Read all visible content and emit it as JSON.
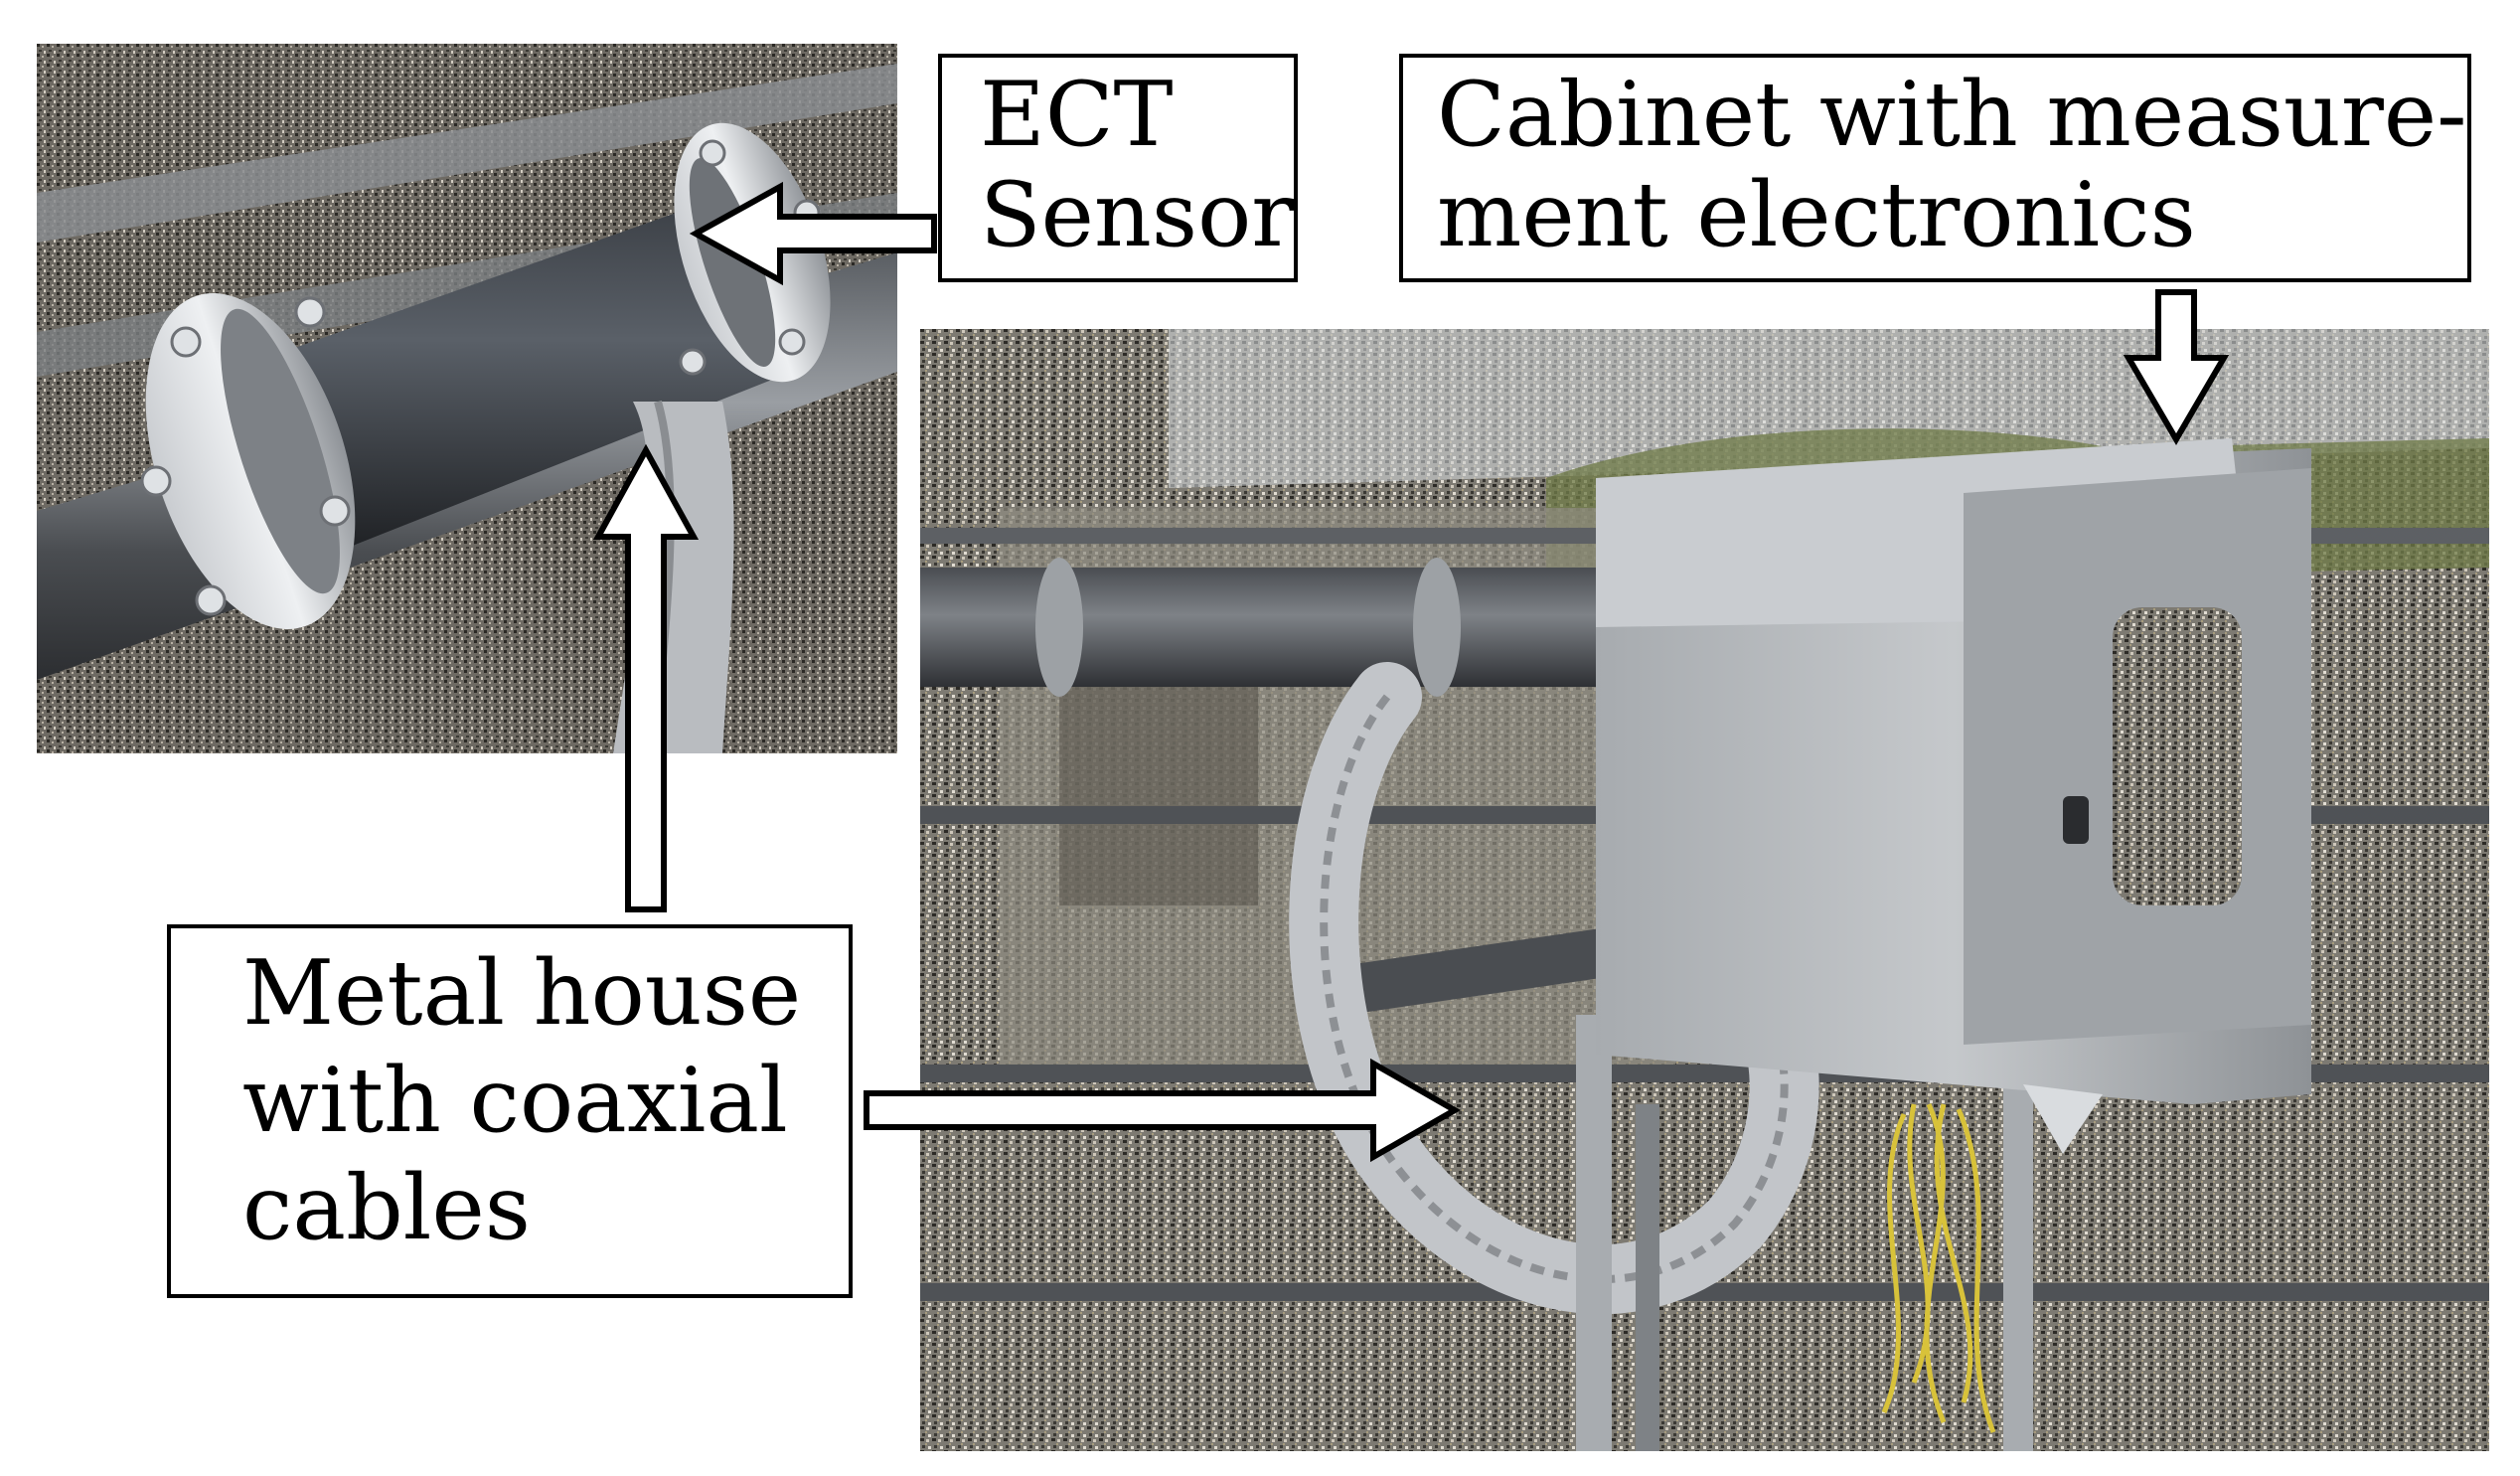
{
  "labels": {
    "ect_sensor": [
      "ECT",
      "Sensor"
    ],
    "cabinet": [
      "Cabinet with measure-",
      "ment electronics"
    ],
    "metal_house": [
      "Metal house",
      "with coaxial",
      "cables"
    ]
  },
  "photos": {
    "sensor_photo": "pipe-with-ect-sensor",
    "plant_photo": "industrial-plant-with-cabinet"
  },
  "colors": {
    "frame": "#000000",
    "background": "#ffffff",
    "pipe_dark": "#2c2f33",
    "steel": "#9ea3a8",
    "cabinet": "#b4b8bb",
    "cable": "#d8c23a",
    "sky": "#d9dde0",
    "hill": "#6f7b47"
  }
}
